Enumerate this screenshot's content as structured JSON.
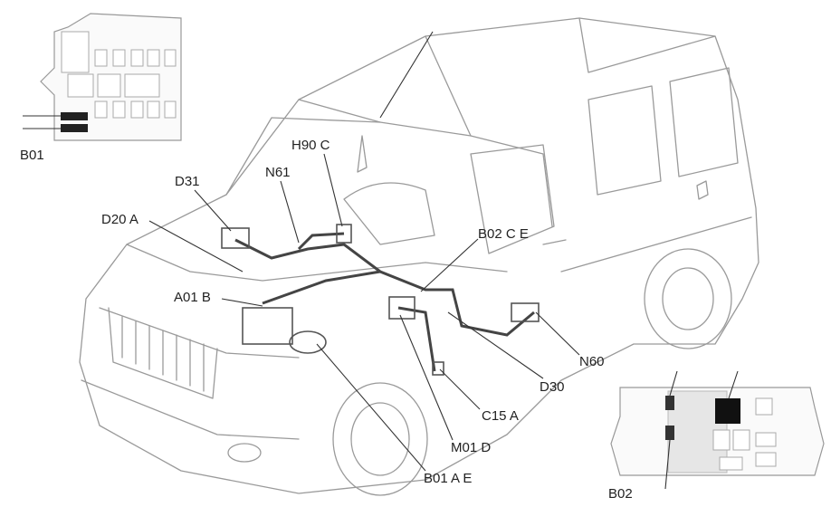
{
  "diagram": {
    "labels": {
      "b01_box": "B01",
      "d31": "D31",
      "n61": "N61",
      "h90": "H90 C",
      "d20": "D20 A",
      "a01": "A01 B",
      "b02ce": "B02 C E",
      "n60": "N60",
      "d30": "D30",
      "c15": "C15 A",
      "m01": "M01 D",
      "b01ae": "B01 A E",
      "b02_box": "B02"
    },
    "colors": {
      "line": "#333333",
      "outline": "#9a9a9a",
      "highlight": "#111111"
    }
  }
}
